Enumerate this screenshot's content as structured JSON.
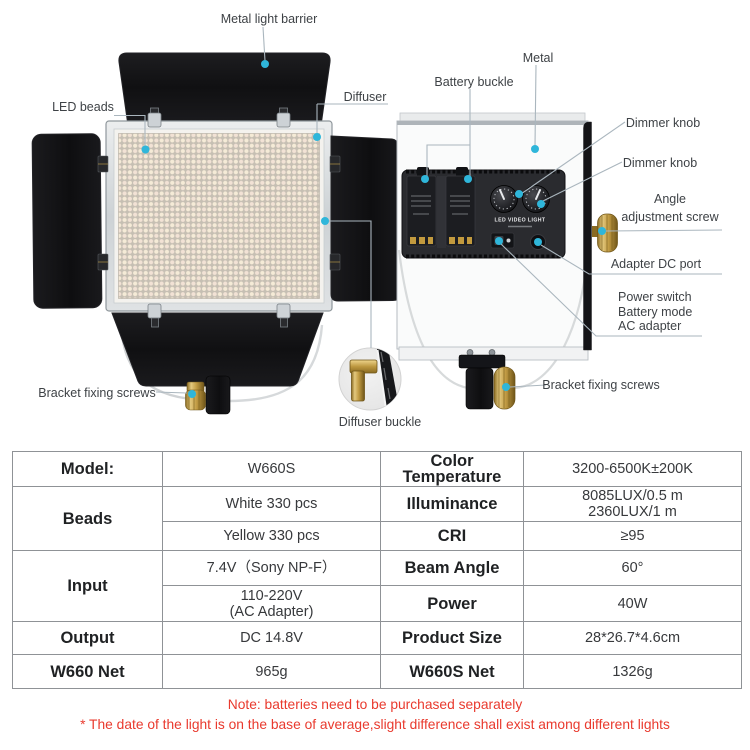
{
  "diagram": {
    "labels": {
      "metal_light_barrier": "Metal light barrier",
      "led_beads": "LED beads",
      "diffuser": "Diffuser",
      "metal": "Metal",
      "battery_buckle": "Battery buckle",
      "dimmer_knob_top": "Dimmer knob",
      "dimmer_knob_bottom": "Dimmer knob",
      "angle_adjustment_screw": "Angle\nadjustment screw",
      "adapter_dc_port": "Adapter DC port",
      "power_modes": "Power switch\nBattery mode\nAC adapter",
      "bracket_fixing_screws_left": "Bracket fixing screws",
      "bracket_fixing_screws_right": "Bracket fixing screws",
      "diffuser_buckle": "Diffuser buckle"
    },
    "device_text": {
      "panel_brand": "LED VIDEO LIGHT"
    },
    "marker_color": "#2fb6da",
    "line_color": "#aab6be"
  },
  "spec_table": {
    "border_color": "#8f9296",
    "rows": [
      [
        "Model:",
        "W660S",
        "Color\nTemperature",
        "3200-6500K±200K"
      ],
      [
        "Beads",
        "White 330 pcs",
        "Illuminance",
        "8085LUX/0.5 m\n2360LUX/1 m"
      ],
      [
        "",
        "Yellow 330 pcs",
        "CRI",
        "≥95"
      ],
      [
        "Input",
        "7.4V（Sony NP-F）",
        "Beam Angle",
        "60°"
      ],
      [
        "",
        "110-220V\n(AC Adapter)",
        "Power",
        "40W"
      ],
      [
        "Output",
        "DC 14.8V",
        "Product Size",
        "28*26.7*4.6cm"
      ],
      [
        "W660 Net",
        "965g",
        "W660S Net",
        "1326g"
      ]
    ]
  },
  "notes": {
    "color": "#e93a2e",
    "line1": "Note: batteries need to be purchased separately",
    "line2": "* The date of the light is on the base of average,slight difference shall exist among different lights"
  }
}
